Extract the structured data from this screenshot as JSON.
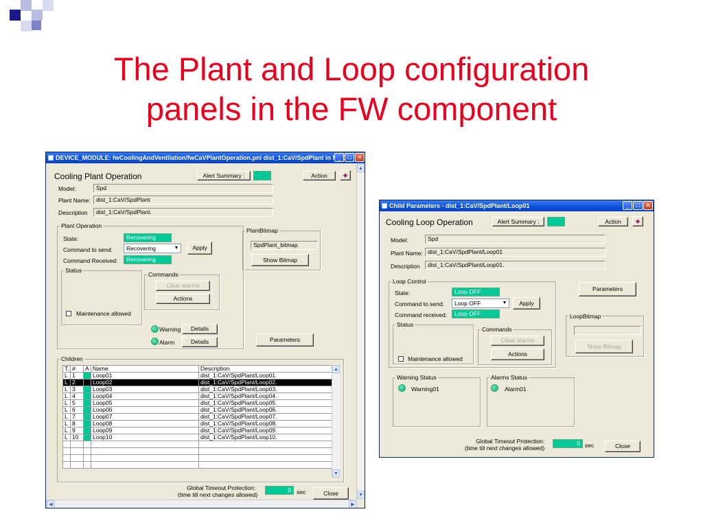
{
  "slide": {
    "title_line1": "The Plant and Loop configuration",
    "title_line2": "panels in the FW component"
  },
  "plant": {
    "window_title": "DEVICE_MODULE: fwCoolingAndVentilation/fwCaVPlantOperation.pnl dist_1:CaV/SpdPlant in MODE...",
    "heading": "Cooling Plant Operation",
    "alert_summary": "Alert Summary :",
    "action": "Action",
    "model_label": "Model:",
    "model": "Spd",
    "plant_name_label": "Plant Name:",
    "plant_name": "dist_1:CaV/SpdPlant",
    "description_label": "Description",
    "description": "dist_1:CaV/SpdPlant.",
    "operation": {
      "title": "Plant Operation",
      "state_label": "State:",
      "state": "Recovering",
      "cmd_label": "Command to send:",
      "cmd_value": "Recovering",
      "received_label": "Command Received:",
      "received": "Recovering",
      "apply": "Apply",
      "status_title": "Status",
      "maintenance": "Maintenance allowed",
      "commands_title": "Commands",
      "clear_alarms": "Clear alarms",
      "actions": "Actions",
      "warning": "Warning",
      "alarm": "Alarm",
      "details": "Details"
    },
    "bitmap": {
      "title": "PlantBitmap",
      "name": "SpdPlant_bitmap",
      "show": "Show Bitmap"
    },
    "parameters": "Parameters",
    "children": {
      "title": "Children",
      "headers": [
        "T.",
        "#",
        "A",
        "Name",
        "Description"
      ],
      "rows": [
        [
          "L",
          "1",
          "Loop01",
          "dist_1:CaV/SpdPlant/Loop01."
        ],
        [
          "L",
          "2",
          "Loop02",
          "dist_1:CaV/SpdPlant/Loop02."
        ],
        [
          "L",
          "3",
          "Loop03",
          "dist_1:CaV/SpdPlant/Loop03."
        ],
        [
          "L",
          "4",
          "Loop04",
          "dist_1:CaV/SpdPlant/Loop04."
        ],
        [
          "L",
          "5",
          "Loop05",
          "dist_1:CaV/SpdPlant/Loop05."
        ],
        [
          "L",
          "6",
          "Loop06",
          "dist_1:CaV/SpdPlant/Loop06."
        ],
        [
          "L",
          "7",
          "Loop07",
          "dist_1:CaV/SpdPlant/Loop07."
        ],
        [
          "L",
          "8",
          "Loop08",
          "dist_1:CaV/SpdPlant/Loop08."
        ],
        [
          "L",
          "9",
          "Loop09",
          "dist_1:CaV/SpdPlant/Loop09."
        ],
        [
          "L",
          "10",
          "Loop10",
          "dist_1:CaV/SpdPlant/Loop10."
        ]
      ]
    },
    "timeout_line1": "Global Timeout Protection:",
    "timeout_line2": "(time till next changes allowed)",
    "timeout_value": "0",
    "sec": "sec",
    "close": "Close"
  },
  "loop": {
    "window_title": "Child Parameters - dist_1:CaV/SpdPlant/Loop01",
    "heading": "Cooling Loop Operation",
    "alert_summary": "Alert Summary :",
    "action": "Action",
    "model_label": "Model:",
    "model": "Spd",
    "plant_name_label": "Plant Name:",
    "plant_name": "dist_1:CaV/SpdPlant/Loop01",
    "description_label": "Description",
    "description": "dist_1:CaV/SpdPlant/Loop01.",
    "control": {
      "title": "Loop Control",
      "state_label": "State:",
      "state": "Loop OFF",
      "cmd_label": "Command to send:",
      "cmd_value": "Loop OFF",
      "received_label": "Command received:",
      "received": "Loop OFF",
      "apply": "Apply",
      "status_title": "Status",
      "maintenance": "Maintenance allowed",
      "commands_title": "Commands",
      "clear_alarms": "Clear alarms",
      "actions": "Actions"
    },
    "parameters": "Parameters",
    "bitmap": {
      "title": "LoopBitmap",
      "show": "Show Bitmap"
    },
    "warning_status": "Warning Status",
    "warning_item": "Warning01",
    "alarms_status": "Alarms Status",
    "alarm_item": "Alarm01",
    "timeout_line1": "Global Timeout Protection:",
    "timeout_line2": "(time till next changes allowed)",
    "timeout_value": "0",
    "sec": "sec",
    "close": "Close"
  }
}
